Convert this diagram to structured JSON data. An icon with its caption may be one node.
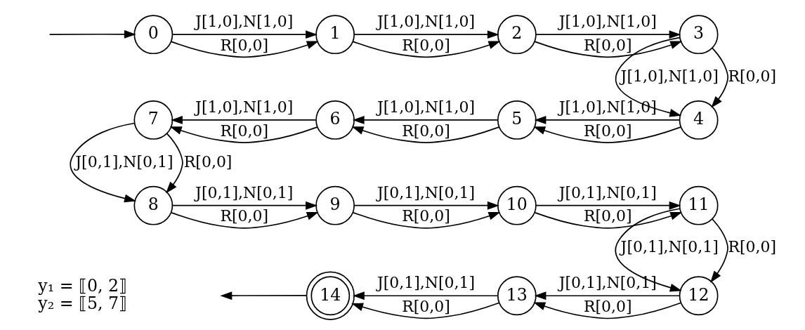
{
  "diagram": {
    "nodes": [
      {
        "text": [
          "0"
        ]
      },
      {
        "text": [
          "1"
        ]
      },
      {
        "text": [
          "2"
        ]
      },
      {
        "text": [
          "3"
        ]
      },
      {
        "text": [
          "4"
        ]
      },
      {
        "text": [
          "5"
        ]
      },
      {
        "text": [
          "6"
        ]
      },
      {
        "text": [
          "7"
        ]
      },
      {
        "text": [
          "8"
        ]
      },
      {
        "text": [
          "9"
        ]
      },
      {
        "text": [
          "10"
        ]
      },
      {
        "text": [
          "11"
        ]
      },
      {
        "text": [
          "12"
        ]
      },
      {
        "text": [
          "13"
        ]
      },
      {
        "text": [
          "14"
        ]
      }
    ],
    "edges": [
      {
        "from": null,
        "to": 0,
        "arrow": "to"
      },
      {
        "from": 0,
        "to": 1,
        "label": "J[1,0],N[1,0]",
        "arrow": "to"
      },
      {
        "from": 0,
        "to": 1,
        "label": "R[0,0]",
        "arrow": "to"
      },
      {
        "from": 1,
        "to": 2,
        "label": "J[1,0],N[1,0]",
        "arrow": "to"
      },
      {
        "from": 1,
        "to": 2,
        "label": "R[0,0]",
        "arrow": "to"
      },
      {
        "from": 2,
        "to": 3,
        "label": "J[1,0],N[1,0]",
        "arrow": "to"
      },
      {
        "from": 2,
        "to": 3,
        "label": "R[0,0]",
        "arrow": "to"
      },
      {
        "from": 3,
        "to": 4,
        "label": "J[1,0],N[1,0]",
        "arrow": "to"
      },
      {
        "from": 3,
        "to": 4,
        "label": "R[0,0]",
        "arrow": "to"
      },
      {
        "from": 4,
        "to": 5,
        "label": "R[0,0]",
        "arrow": "to"
      },
      {
        "from": 4,
        "to": 5,
        "label": "J[1,0],N[1,0]",
        "arrow": "to"
      },
      {
        "from": 5,
        "to": 6,
        "label": "J[1,0],N[1,0]",
        "arrow": "to"
      },
      {
        "from": 5,
        "to": 6,
        "label": "R[0,0]",
        "arrow": "to"
      },
      {
        "from": 6,
        "to": 7,
        "label": "J[1,0],N[1,0]",
        "arrow": "to"
      },
      {
        "from": 6,
        "to": 7,
        "label": "R[0,0]",
        "arrow": "to"
      },
      {
        "from": 7,
        "to": 8,
        "label": "J[0,1],N[0,1]",
        "arrow": "to"
      },
      {
        "from": 7,
        "to": 8,
        "label": "R[0,0]",
        "arrow": "to"
      },
      {
        "from": 8,
        "to": 9,
        "label": "J[0,1],N[0,1]",
        "arrow": "to"
      },
      {
        "from": 8,
        "to": 9,
        "label": "R[0,0]",
        "arrow": "to"
      },
      {
        "from": 9,
        "to": 10,
        "label": "J[0,1],N[0,1]",
        "arrow": "to"
      },
      {
        "from": 9,
        "to": 10,
        "label": "R[0,0]",
        "arrow": "to"
      },
      {
        "from": 10,
        "to": 11,
        "label": "J[0,1],N[0,1]",
        "arrow": "to"
      },
      {
        "from": 10,
        "to": 11,
        "label": "R[0,0]",
        "arrow": "to"
      },
      {
        "from": 11,
        "to": 12,
        "label": "J[0,1],N[0,1]",
        "arrow": "to"
      },
      {
        "from": 11,
        "to": 12,
        "label": "R[0,0]",
        "arrow": "to"
      },
      {
        "from": 12,
        "to": 13,
        "label": "J[0,1],N[0,1]",
        "arrow": "to"
      },
      {
        "from": 12,
        "to": 13,
        "label": "R[0,0]",
        "arrow": "to"
      },
      {
        "from": 13,
        "to": 14,
        "label": "J[0,1],N[0,1]",
        "arrow": "to"
      },
      {
        "from": 13,
        "to": 14,
        "label": "R[0,0]",
        "arrow": "to"
      },
      {
        "from": 14,
        "to": null,
        "arrow": "to"
      }
    ],
    "labels": [
      "y₁ = ⟦0, 2⟧",
      "y₂ = ⟦5, 7⟧"
    ]
  }
}
